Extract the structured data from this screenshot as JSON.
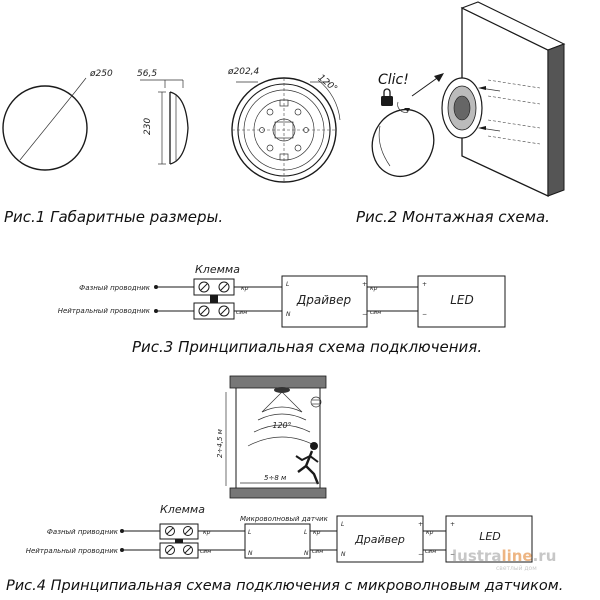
{
  "fig1": {
    "caption": "Рис.1 Габаритные размеры.",
    "dim_diameter": "ø250",
    "dim_depth": "56,5",
    "dim_height": "230",
    "dim_mount_diameter": "ø202,4",
    "dim_angle": "120°"
  },
  "fig2": {
    "caption": "Рис.2 Монтажная схема.",
    "click_label": "Clic!"
  },
  "fig3": {
    "caption": "Рис.3 Принципиальная схема подключения.",
    "terminal_label": "Клемма",
    "phase_wire": "Фазный проводник",
    "neutral_wire": "Нейтральный проводник",
    "driver_label": "Драйвер",
    "led_label": "LED",
    "term_kp": "кр",
    "term_sin": "син",
    "pin_l": "L",
    "pin_n": "N",
    "pin_plus": "+",
    "pin_minus": "−"
  },
  "fig4": {
    "caption": "Рис.4 Принципиальная схема подключения с микроволновым датчиком.",
    "terminal_label": "Клемма",
    "phase_wire": "Фазный приводник",
    "neutral_wire": "Нейтральный проводник",
    "sensor_label": "Микроволновый датчик",
    "driver_label": "Драйвер",
    "led_label": "LED",
    "height_label": "2÷4,5 м",
    "range_label": "5÷8 м",
    "angle_label": "120°",
    "term_kp": "кр",
    "term_sin": "син",
    "pin_l": "L",
    "pin_n": "N",
    "pin_plus": "+",
    "pin_minus": "−"
  },
  "watermark": {
    "brand_a": "lustra",
    "brand_b": "line",
    "brand_c": ".ru",
    "tagline": "светлый дом"
  }
}
